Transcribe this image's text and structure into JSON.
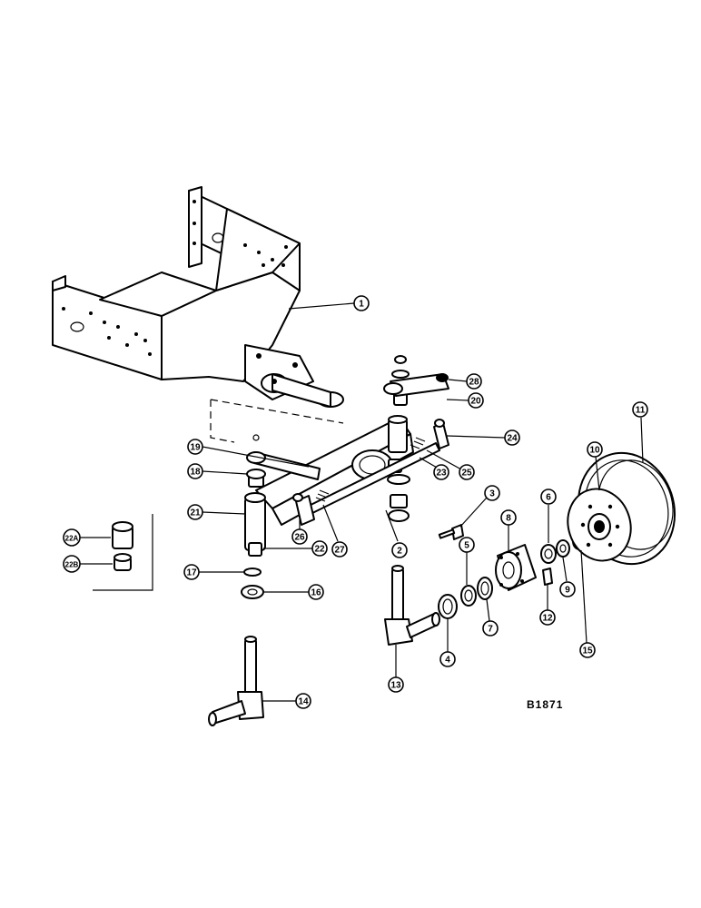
{
  "diagram": {
    "reference_code": "B1871",
    "callouts": [
      {
        "id": "c1",
        "label": "1"
      },
      {
        "id": "c2",
        "label": "2"
      },
      {
        "id": "c3",
        "label": "3"
      },
      {
        "id": "c4",
        "label": "4"
      },
      {
        "id": "c5",
        "label": "5"
      },
      {
        "id": "c6",
        "label": "6"
      },
      {
        "id": "c7",
        "label": "7"
      },
      {
        "id": "c8",
        "label": "8"
      },
      {
        "id": "c9",
        "label": "9"
      },
      {
        "id": "c10",
        "label": "10"
      },
      {
        "id": "c11",
        "label": "11"
      },
      {
        "id": "c12",
        "label": "12"
      },
      {
        "id": "c13",
        "label": "13"
      },
      {
        "id": "c14",
        "label": "14"
      },
      {
        "id": "c15",
        "label": "15"
      },
      {
        "id": "c16",
        "label": "16"
      },
      {
        "id": "c17",
        "label": "17"
      },
      {
        "id": "c18",
        "label": "18"
      },
      {
        "id": "c19",
        "label": "19"
      },
      {
        "id": "c20",
        "label": "20"
      },
      {
        "id": "c21",
        "label": "21"
      },
      {
        "id": "c22",
        "label": "22"
      },
      {
        "id": "c22a",
        "label": "22A"
      },
      {
        "id": "c22b",
        "label": "22B"
      },
      {
        "id": "c23",
        "label": "23"
      },
      {
        "id": "c24",
        "label": "24"
      },
      {
        "id": "c25",
        "label": "25"
      },
      {
        "id": "c26",
        "label": "26"
      },
      {
        "id": "c27",
        "label": "27"
      },
      {
        "id": "c28",
        "label": "28"
      }
    ]
  }
}
